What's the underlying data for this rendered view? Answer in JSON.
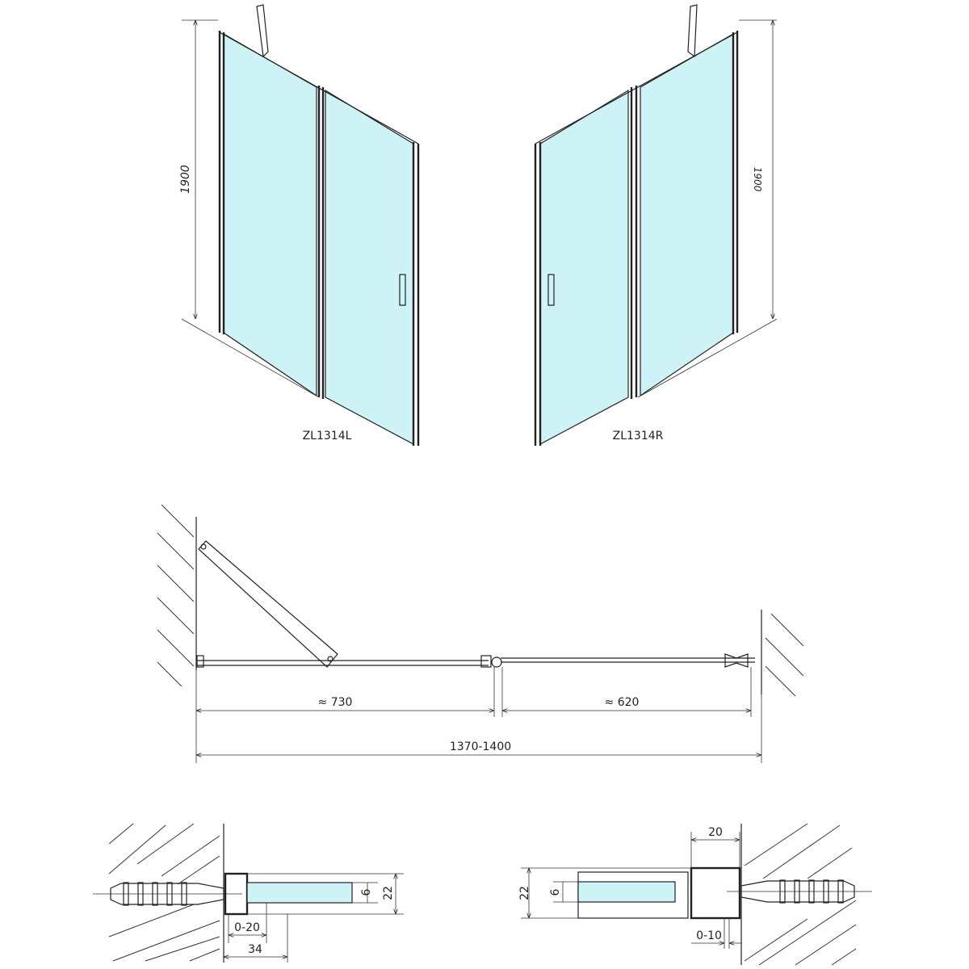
{
  "views": {
    "left_model": {
      "label": "ZL1314L",
      "height_dim": "1900"
    },
    "right_model": {
      "label": "ZL1314R",
      "height_dim": "1900"
    }
  },
  "plan": {
    "door_width": "≈ 730",
    "fixed_width": "≈ 620",
    "total_width": "1370-1400"
  },
  "detail_left": {
    "glass_thickness": "6",
    "profile_depth": "22",
    "adjustment": "0-20",
    "profile_width": "34"
  },
  "detail_right": {
    "profile_width": "20",
    "profile_depth": "22",
    "glass_thickness": "6",
    "adjustment": "0-10"
  },
  "colors": {
    "glass": "#cdf3f7",
    "line": "#222222"
  }
}
